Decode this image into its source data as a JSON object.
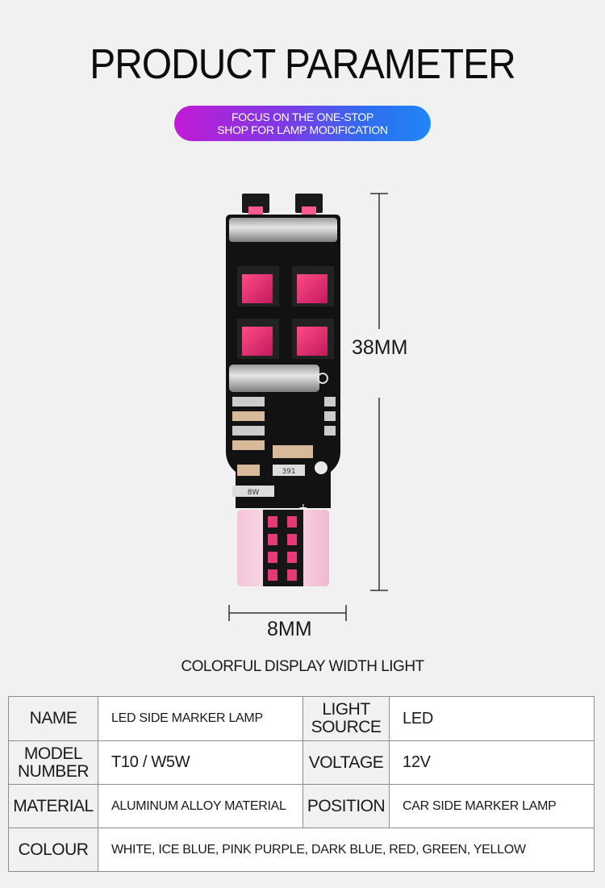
{
  "title": "PRODUCT PARAMETER",
  "banner": {
    "line1": "FOCUS ON THE ONE-STOP",
    "line2": "SHOP FOR LAMP MODIFICATION"
  },
  "dimensions": {
    "height": "38MM",
    "width": "8MM"
  },
  "caption": "COLORFUL DISPLAY WIDTH LIGHT",
  "specs": {
    "name_label": "NAME",
    "name_value": "LED SIDE MARKER LAMP",
    "light_source_label_1": "LIGHT",
    "light_source_label_2": "SOURCE",
    "light_source_value": "LED",
    "model_label_1": "MODEL",
    "model_label_2": "NUMBER",
    "model_value": "T10 / W5W",
    "voltage_label": "VOLTAGE",
    "voltage_value": "12V",
    "material_label": "MATERIAL",
    "material_value": "ALUMINUM ALLOY MATERIAL",
    "position_label": "POSITION",
    "position_value": "CAR SIDE MARKER LAMP",
    "colour_label": "COLOUR",
    "colour_value": "WHITE, ICE BLUE, PINK PURPLE, DARK BLUE, RED, GREEN, YELLOW"
  },
  "pcb_markings": {
    "resistor_a": "391",
    "resistor_b": "8W",
    "polarity": "+"
  },
  "colors": {
    "background": "#f1f1f1",
    "pill_start": "#c11bd4",
    "pill_end": "#1f86f6"
  }
}
